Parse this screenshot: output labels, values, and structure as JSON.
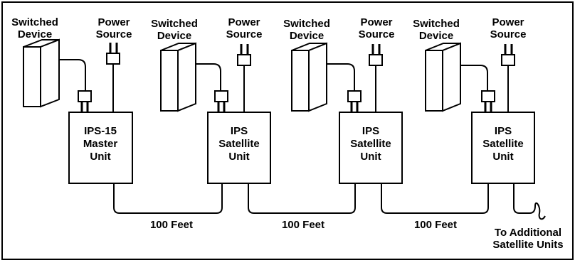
{
  "groups": [
    {
      "device_label": [
        "Switched",
        "Device"
      ],
      "power_label": [
        "Power",
        "Source"
      ],
      "unit_label": [
        "IPS-15",
        "Master",
        "Unit"
      ]
    },
    {
      "device_label": [
        "Switched",
        "Device"
      ],
      "power_label": [
        "Power",
        "Source"
      ],
      "unit_label": [
        "IPS",
        "Satellite",
        "Unit"
      ]
    },
    {
      "device_label": [
        "Switched",
        "Device"
      ],
      "power_label": [
        "Power",
        "Source"
      ],
      "unit_label": [
        "IPS",
        "Satellite",
        "Unit"
      ]
    },
    {
      "device_label": [
        "Switched",
        "Device"
      ],
      "power_label": [
        "Power",
        "Source"
      ],
      "unit_label": [
        "IPS",
        "Satellite",
        "Unit"
      ]
    }
  ],
  "links": [
    "100 Feet",
    "100 Feet",
    "100 Feet"
  ],
  "extension_label": [
    "To Additional",
    "Satellite Units"
  ],
  "colors": {
    "line": "#000000",
    "fill": "#ffffff"
  }
}
